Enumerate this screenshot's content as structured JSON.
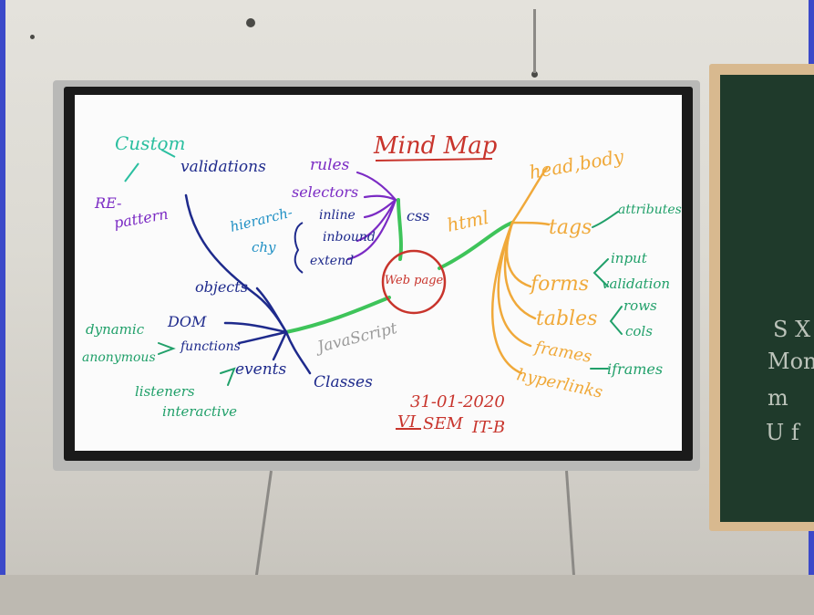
{
  "title": "Mind Map",
  "center": "Web page",
  "branches": {
    "css": {
      "label": "css",
      "items": [
        "rules",
        "selectors",
        "inline",
        "inbound",
        "extend"
      ],
      "hierarchy": [
        "hierarch-",
        "chy"
      ]
    },
    "html": {
      "label": "html",
      "items": [
        "head,body",
        "tags",
        "forms",
        "tables",
        "frames",
        "hyperlinks"
      ],
      "subitems": {
        "tags": [
          "attributes"
        ],
        "forms": [
          "input",
          "validation"
        ],
        "tables": [
          "rows",
          "cols"
        ],
        "frames": [
          "iframes"
        ]
      }
    },
    "javascript": {
      "label": "JavaScript",
      "items": [
        "objects",
        "DOM",
        "functions",
        "events",
        "Classes"
      ],
      "functions_types": [
        "dynamic",
        "anonymous"
      ],
      "events_types": [
        "listeners",
        "interactive"
      ],
      "top": [
        "validations",
        "Custom",
        "RE-",
        "pattern"
      ]
    }
  },
  "footer": {
    "date": "31-01-2020",
    "sem_roman": "VI",
    "sem": "SEM",
    "class": "IT-B"
  },
  "chalkboard": [
    "S X",
    "Mon",
    "m",
    "U f"
  ],
  "colors": {
    "title": "#c8342c",
    "css": "#7b2bc4",
    "html": "#f0a93a",
    "javascript": "#1e2a8c",
    "stem": "#3ec45a",
    "custom": "#2bbfa0",
    "side": "#21a06a",
    "js_label": "#9a9a9a"
  }
}
